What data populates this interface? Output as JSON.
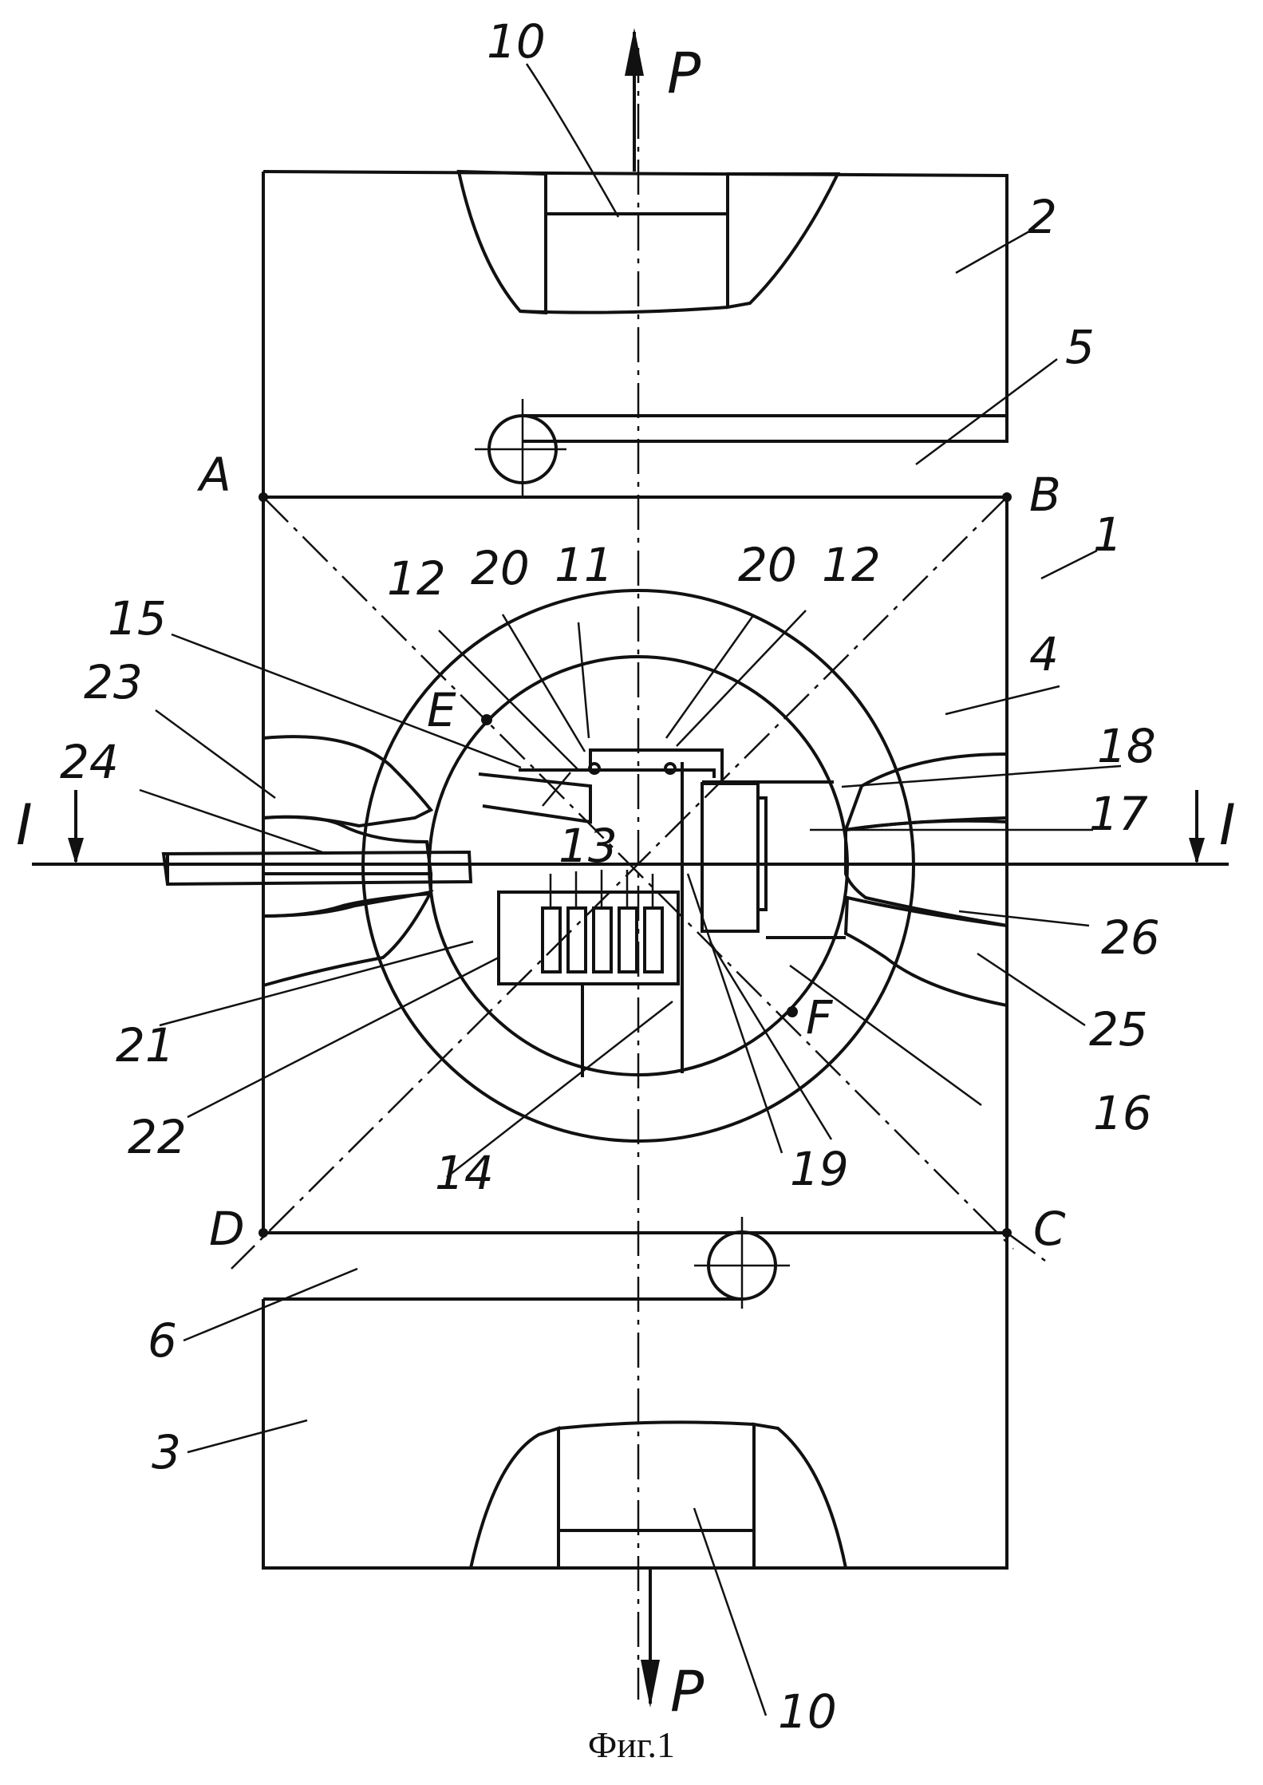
{
  "caption": "Фиг.1",
  "force_top": "P",
  "force_bottom": "P",
  "section_left": "I",
  "section_right": "I",
  "points": {
    "A": "A",
    "B": "B",
    "C": "C",
    "D": "D",
    "E": "E",
    "F": "F"
  },
  "labels": {
    "n1": "1",
    "n2": "2",
    "n3": "3",
    "n4": "4",
    "n5": "5",
    "n6": "6",
    "n10a": "10",
    "n10b": "10",
    "n11": "11",
    "n12a": "12",
    "n12b": "12",
    "n13": "13",
    "n14": "14",
    "n15": "15",
    "n16": "16",
    "n17": "17",
    "n18": "18",
    "n19": "19",
    "n20a": "20",
    "n20b": "20",
    "n21": "21",
    "n22": "22",
    "n23": "23",
    "n24": "24",
    "n25": "25",
    "n26": "26"
  }
}
